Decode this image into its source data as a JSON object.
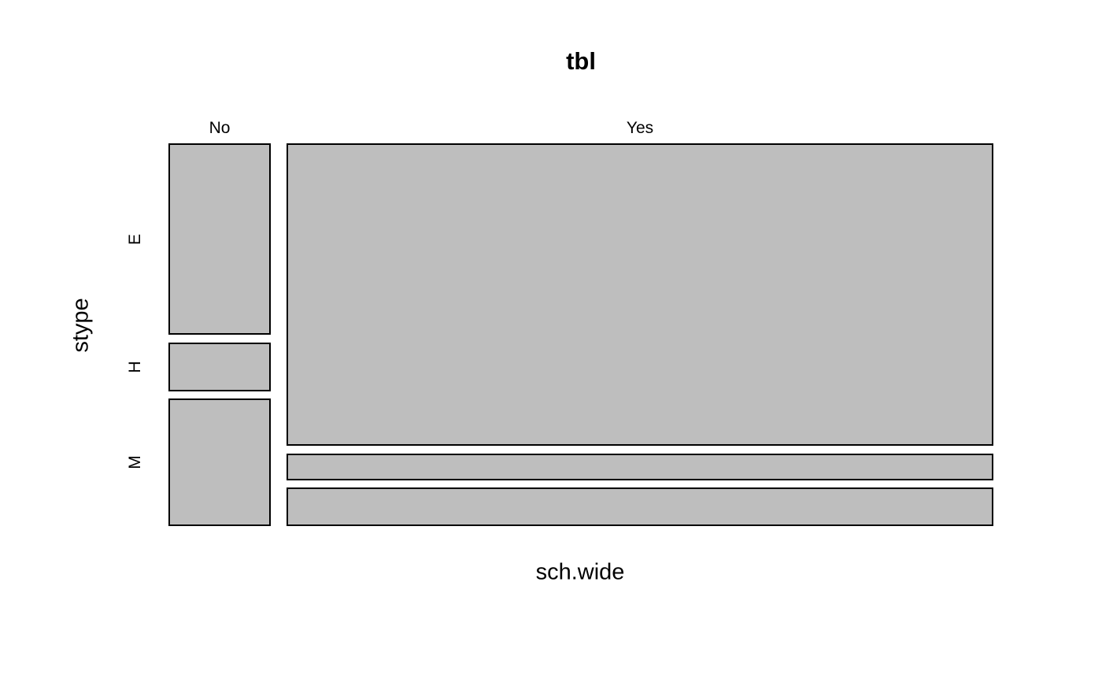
{
  "chart_data": {
    "type": "mosaic",
    "title": "tbl",
    "xlabel": "sch.wide",
    "ylabel": "stype",
    "x_categories": [
      "No",
      "Yes"
    ],
    "y_categories": [
      "E",
      "H",
      "M"
    ],
    "columns": [
      {
        "label": "No",
        "width_fraction": 0.1265,
        "rows": [
          {
            "label": "E",
            "height_fraction": 0.5203
          },
          {
            "label": "H",
            "height_fraction": 0.1328
          },
          {
            "label": "M",
            "height_fraction": 0.3469
          }
        ]
      },
      {
        "label": "Yes",
        "width_fraction": 0.8735,
        "rows": [
          {
            "label": "E",
            "height_fraction": 0.8223
          },
          {
            "label": "H",
            "height_fraction": 0.0728
          },
          {
            "label": "M",
            "height_fraction": 0.1049
          }
        ]
      }
    ],
    "fill_color": "#BEBEBE",
    "border_color": "#000000",
    "background_color": "#FFFFFF",
    "legend": false,
    "gridlines": false
  }
}
